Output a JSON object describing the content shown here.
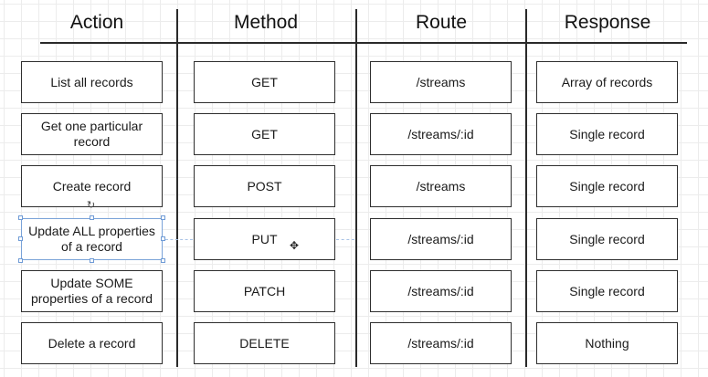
{
  "headers": [
    "Action",
    "Method",
    "Route",
    "Response"
  ],
  "rows": [
    {
      "action": "List all records",
      "method": "GET",
      "route": "/streams",
      "response": "Array of records"
    },
    {
      "action": "Get one particular record",
      "method": "GET",
      "route": "/streams/:id",
      "response": "Single record"
    },
    {
      "action": "Create record",
      "method": "POST",
      "route": "/streams",
      "response": "Single record"
    },
    {
      "action": "Update ALL properties of a record",
      "method": "PUT",
      "route": "/streams/:id",
      "response": "Single record"
    },
    {
      "action": "Update SOME properties of a record",
      "method": "PATCH",
      "route": "/streams/:id",
      "response": "Single record"
    },
    {
      "action": "Delete a record",
      "method": "DELETE",
      "route": "/streams/:id",
      "response": "Nothing"
    }
  ],
  "selected_action": "Update ALL properties of a record",
  "icons": {
    "rotate_cursor": "rotate-cursor-icon",
    "move_cursor": "move-cursor-icon"
  },
  "colors": {
    "border": "#2e2e2e",
    "selection": "#7aa3d8",
    "grid": "#ececec"
  }
}
